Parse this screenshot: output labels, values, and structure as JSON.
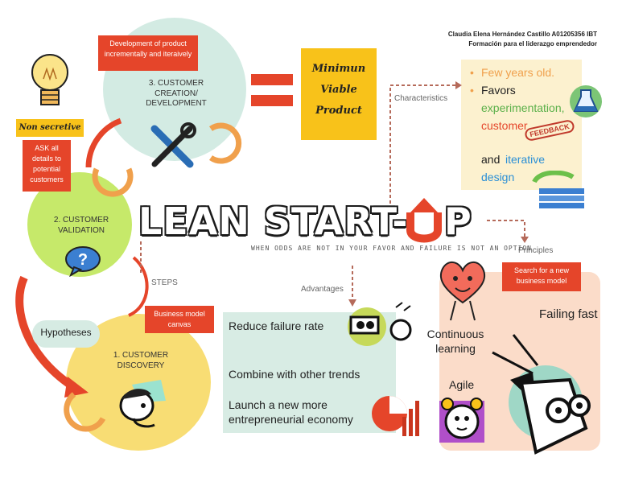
{
  "author": {
    "name": "Claudia Elena Hernández Castillo A01205356 IBT",
    "course": "Formación para el liderazgo emprendedor"
  },
  "title": {
    "lean": "LEAN START-",
    "up_u": "U",
    "up_p": "P",
    "subtitle": "WHEN ODDS ARE NOT IN YOUR FAVOR AND FAILURE IS NOT AN OPTION"
  },
  "steps": {
    "label": "STEPS",
    "creation": "3. CUSTOMER CREATION/ DEVELOPMENT",
    "validation": "2. CUSTOMER VALIDATION",
    "discovery": "1. CUSTOMER DISCOVERY"
  },
  "callouts": {
    "development": "Development of product incrementally and iteraively",
    "non_secretive": "Non secretive",
    "ask_all": "ASK all details to potential customers",
    "hypotheses": "Hypotheses",
    "business_canvas": "Business model canvas",
    "search_model": "Search for a new business model"
  },
  "mvp": {
    "line1": "Minimun",
    "line2": "Viable",
    "line3": "Product"
  },
  "characteristics": {
    "label": "Characteristics",
    "item1": "Few years old.",
    "item2": "Favors",
    "experimentation": "experimentation,",
    "customer": "customer",
    "feedback": "FEEDBACK",
    "and": "and",
    "iterative": "iterative",
    "design": "design"
  },
  "advantages": {
    "label": "Advantages",
    "items": [
      "Reduce failure rate",
      "Combine with other trends",
      "Launch a new more entrepreneurial economy"
    ]
  },
  "principles": {
    "label": "Principles",
    "failing_fast": "Failing fast",
    "continuous": "Continuous learning",
    "agile": "Agile"
  },
  "colors": {
    "red": "#e5452a",
    "yellow": "#f8c21a",
    "green": "#c6e96a",
    "mint": "#d6ebe3",
    "orange": "#f0a04c",
    "peach": "#fbe0cf"
  },
  "icons": [
    "lightbulb-icon",
    "tools-icon",
    "question-bubble-icon",
    "thinking-man-icon",
    "flask-icon",
    "stack-icon",
    "heart-icon",
    "binoculars-icon",
    "analytics-icon",
    "alarm-clock-icon",
    "megaphone-face-icon"
  ]
}
